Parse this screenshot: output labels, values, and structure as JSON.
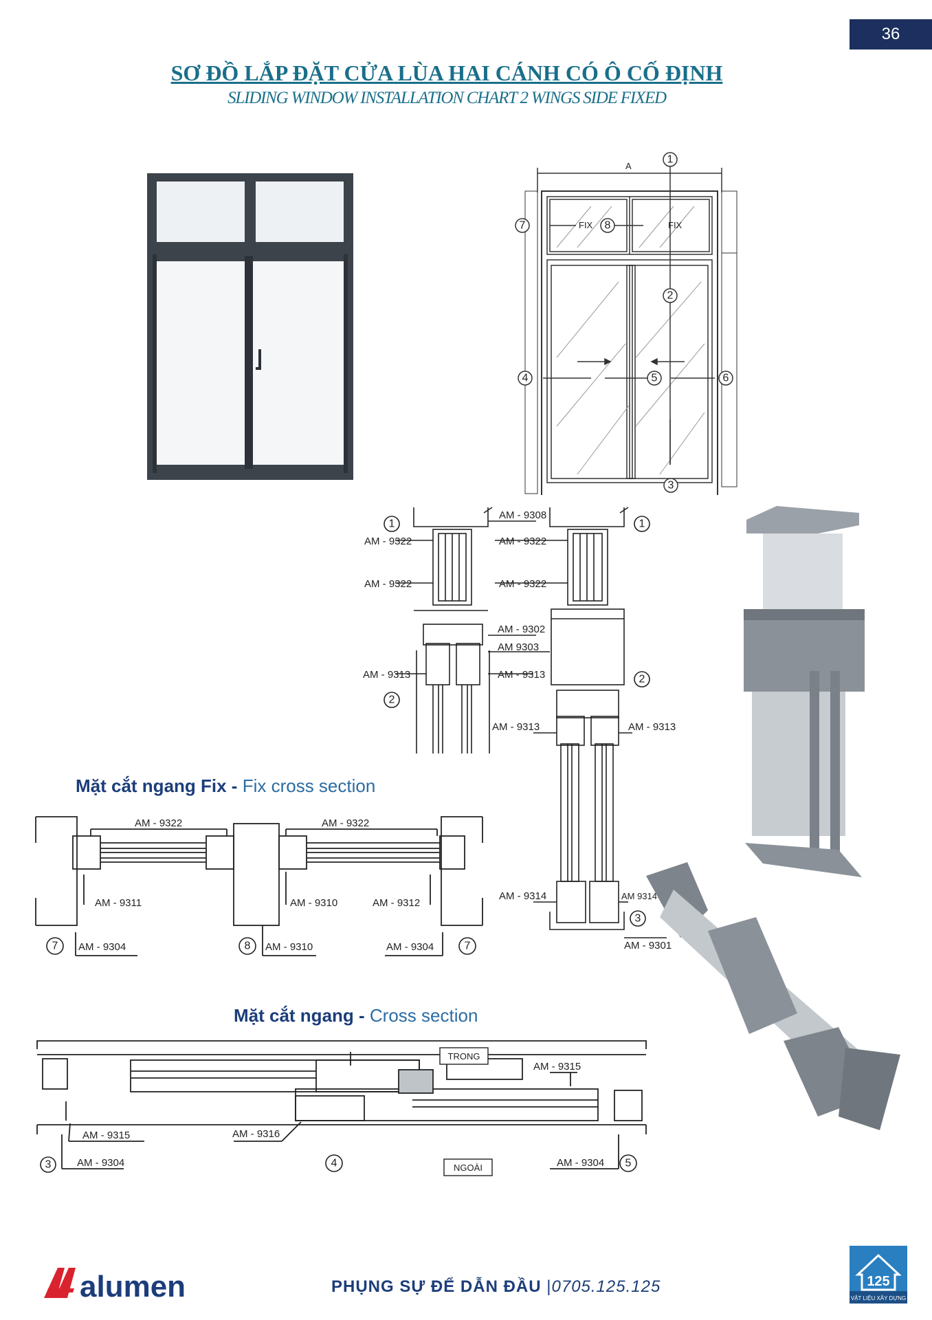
{
  "page": {
    "number": "36"
  },
  "title": {
    "vi": "SƠ ĐỒ LẮP ĐẶT CỬA LÙA HAI CÁNH CÓ Ô CỐ ĐỊNH",
    "en": "SLIDING WINDOW INSTALLATION CHART 2 WINGS SIDE FIXED"
  },
  "elevation": {
    "dim_width": "A",
    "fix_left": "FIX",
    "fix_right": "FIX",
    "callouts": [
      "1",
      "2",
      "3",
      "4",
      "5",
      "6",
      "7",
      "8"
    ]
  },
  "vertical_section": {
    "labels": {
      "a9308": "AM - 9308",
      "a9322_l1": "AM - 9322",
      "a9322_l2": "AM - 9322",
      "a9322_r1": "AM - 9322",
      "a9322_r2": "AM - 9322",
      "a9302": "AM - 9302",
      "a9303": "AM 9303",
      "a9313_l": "AM - 9313",
      "a9313_r": "AM - 9313",
      "a9313_bl": "AM - 9313",
      "a9313_br": "AM - 9313",
      "a9314_l": "AM - 9314",
      "a9314_r": "AM 9314",
      "a9301": "AM - 9301"
    },
    "callouts": {
      "c1a": "1",
      "c1b": "1",
      "c2a": "2",
      "c2b": "2",
      "c3": "3"
    }
  },
  "fix_section": {
    "heading_bold": "Mặt cắt ngang Fix -",
    "heading_thin": "Fix cross section",
    "labels": {
      "a9322_l": "AM - 9322",
      "a9322_r": "AM - 9322",
      "a9311": "AM - 9311",
      "a9310_top": "AM - 9310",
      "a9312": "AM - 9312",
      "a9304_l": "AM - 9304",
      "a9310_bot": "AM - 9310",
      "a9304_r": "AM - 9304"
    },
    "callouts": {
      "c7a": "7",
      "c8": "8",
      "c7b": "7"
    }
  },
  "cross_section": {
    "heading_bold": "Mặt cắt ngang -",
    "heading_thin": "Cross section",
    "trong": "TRONG",
    "ngoai": "NGOÀI",
    "labels": {
      "a9315_r": "AM - 9315",
      "a9315_l": "AM - 9315",
      "a9316": "AM - 9316",
      "a9304_l": "AM - 9304",
      "a9304_r": "AM - 9304"
    },
    "callouts": {
      "c3": "3",
      "c4": "4",
      "c5": "5"
    }
  },
  "footer": {
    "logo": "alumen",
    "slogan": "PHỤNG SỰ ĐỂ DẪN ĐẦU",
    "separator": "|",
    "phone": "0705.125.125",
    "badge_number": "125",
    "badge_caption": "VẬT LIỆU XÂY DỰNG"
  },
  "colors": {
    "navy": "#1c2f5e",
    "title_teal": "#1a6f8a",
    "frame_gray": "#3c434b",
    "profile_gray": "#8d949c"
  }
}
